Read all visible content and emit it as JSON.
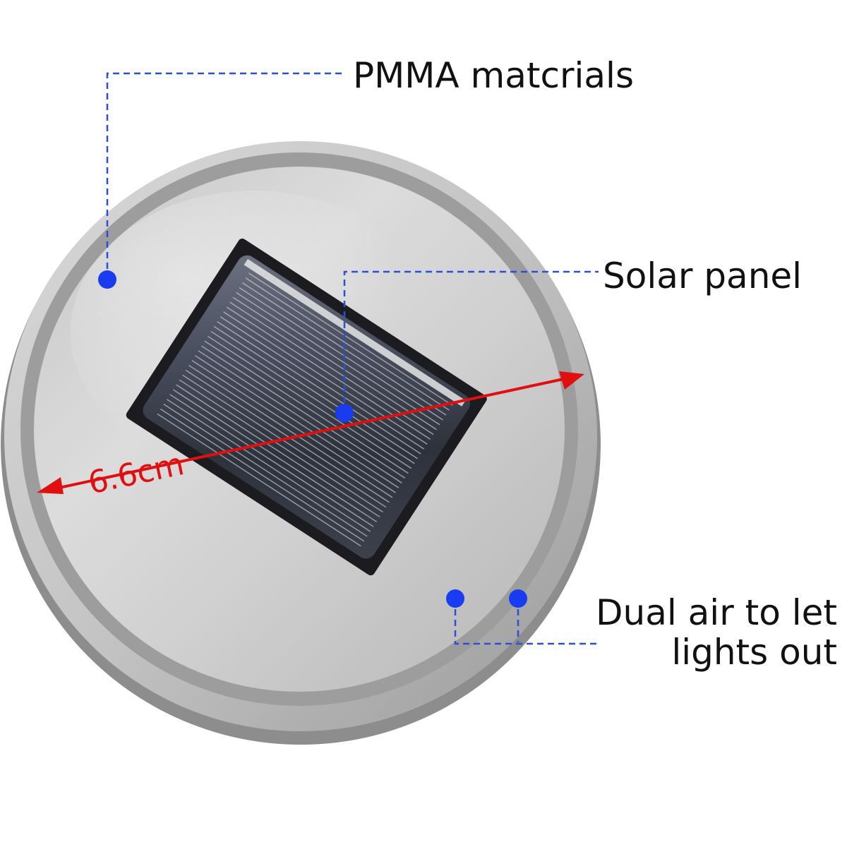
{
  "callouts": {
    "pmma": "PMMA matcrials",
    "solar": "Solar panel",
    "air_line1": "Dual air to let",
    "air_line2": "lights out"
  },
  "dimension": {
    "label": "6.6cm"
  },
  "colors": {
    "leader": "#2a4fd8",
    "marker": "#1a3cf0",
    "dimension": "#e01010",
    "text": "#111111"
  }
}
